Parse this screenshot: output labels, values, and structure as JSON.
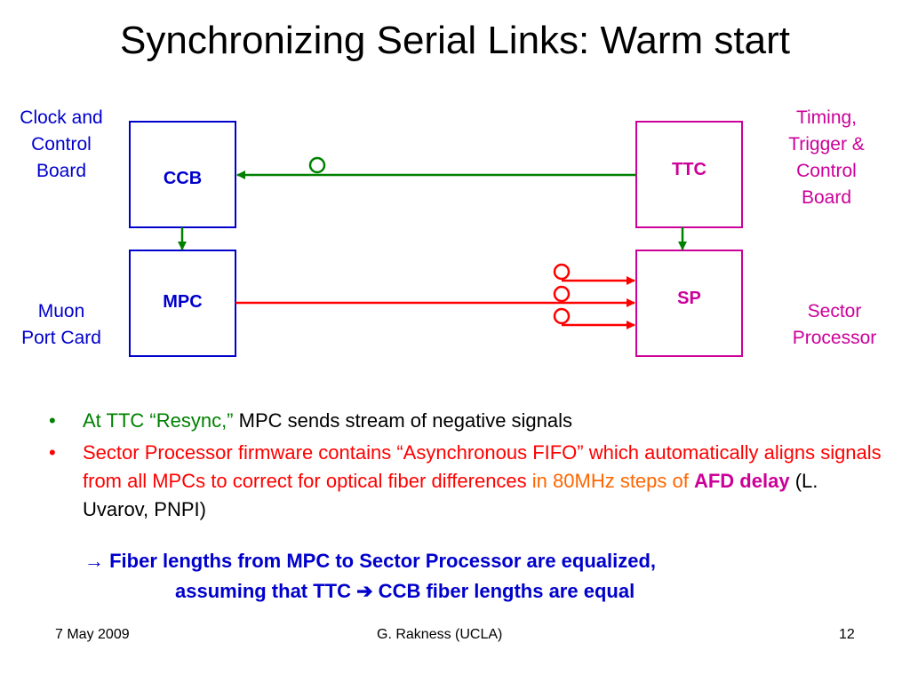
{
  "slide": {
    "title": "Synchronizing Serial Links:  Warm start"
  },
  "colors": {
    "blue": "#0000cc",
    "magenta": "#cc0099",
    "green": "#008000",
    "red": "#ff0000",
    "orange": "#ff6600"
  },
  "diagram": {
    "left_labels": {
      "ccb": [
        "Clock and",
        "Control",
        "Board"
      ],
      "mpc": [
        "Muon",
        "Port Card"
      ]
    },
    "right_labels": {
      "ttc": [
        "Timing,",
        "Trigger &",
        "Control",
        "Board"
      ],
      "sp": [
        "Sector",
        "Processor"
      ]
    },
    "boxes": {
      "ccb": "CCB",
      "ttc": "TTC",
      "mpc": "MPC",
      "sp": "SP"
    }
  },
  "bullets": [
    {
      "dot": "•",
      "parts": [
        {
          "text": "At TTC “Resync,” ",
          "color": "green"
        },
        {
          "text": "MPC sends stream of negative signals",
          "color": "black"
        }
      ]
    },
    {
      "dot": "•",
      "parts": [
        {
          "text": "Sector Processor firmware contains “Asynchronous FIFO” which automatically aligns signals from all MPCs to correct for optical fiber differences",
          "color": "red"
        },
        {
          "text": " in 80MHz steps of ",
          "color": "orange"
        },
        {
          "text": "AFD delay",
          "color": "magenta"
        },
        {
          "text": " (L. Uvarov, PNPI)",
          "color": "black"
        }
      ]
    }
  ],
  "conclusion": {
    "arrow": "→",
    "line1": " Fiber lengths from MPC to Sector Processor are equalized,",
    "line2_a": "assuming that TTC ",
    "line2_arrow": "➔",
    "line2_b": " CCB fiber lengths are equal"
  },
  "footer": {
    "date": "7 May 2009",
    "author": "G. Rakness (UCLA)",
    "page": "12"
  }
}
